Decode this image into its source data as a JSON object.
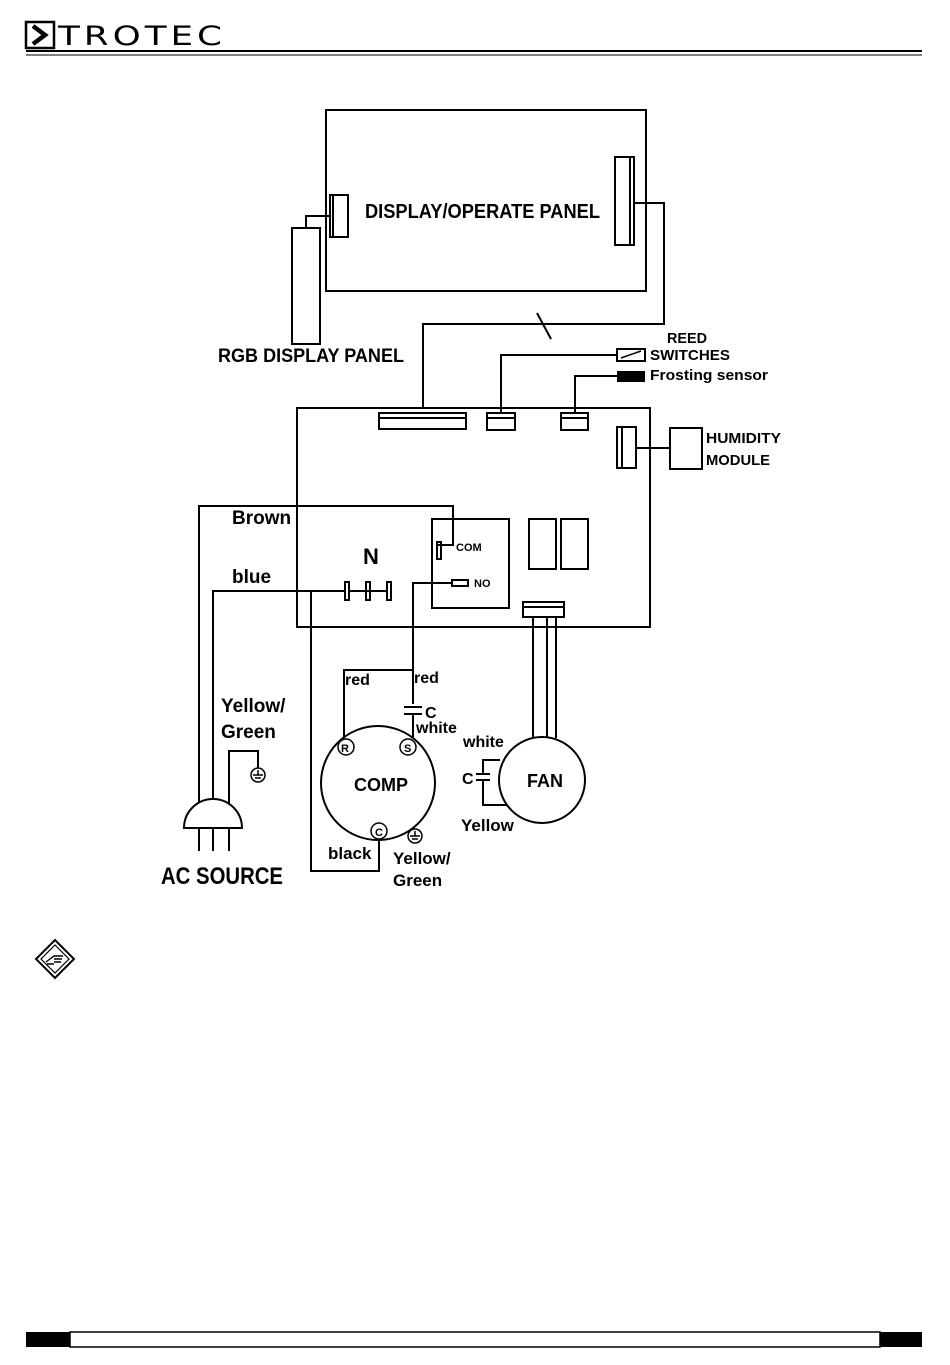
{
  "brand": {
    "logo_text": "TROTEC",
    "accent_color": "#000000"
  },
  "diagram": {
    "display_panel": "DISPLAY/OPERATE PANEL",
    "rgb_panel": "RGB DISPLAY PANEL",
    "reed_line1": "REED",
    "reed_line2": "SWITCHES",
    "frosting_sensor": "Frosting sensor",
    "humidity_line1": "HUMIDITY",
    "humidity_line2": "MODULE",
    "brown": "Brown",
    "blue": "blue",
    "neutral": "N",
    "com": "COM",
    "no": "NO",
    "red_left": "red",
    "red_right": "red",
    "cap_c": "C",
    "white_comp": "white",
    "yg_line1": "Yellow/",
    "yg_line2": "Green",
    "comp": "COMP",
    "terminal_r": "R",
    "terminal_s": "S",
    "terminal_c": "C",
    "black": "black",
    "comp_yg_line1": "Yellow/",
    "comp_yg_line2": "Green",
    "fan": "FAN",
    "fan_white": "white",
    "fan_c": "C",
    "fan_yellow": "Yellow",
    "ac_source": "AC SOURCE"
  },
  "note": {
    "icon": "note-hand-icon"
  }
}
